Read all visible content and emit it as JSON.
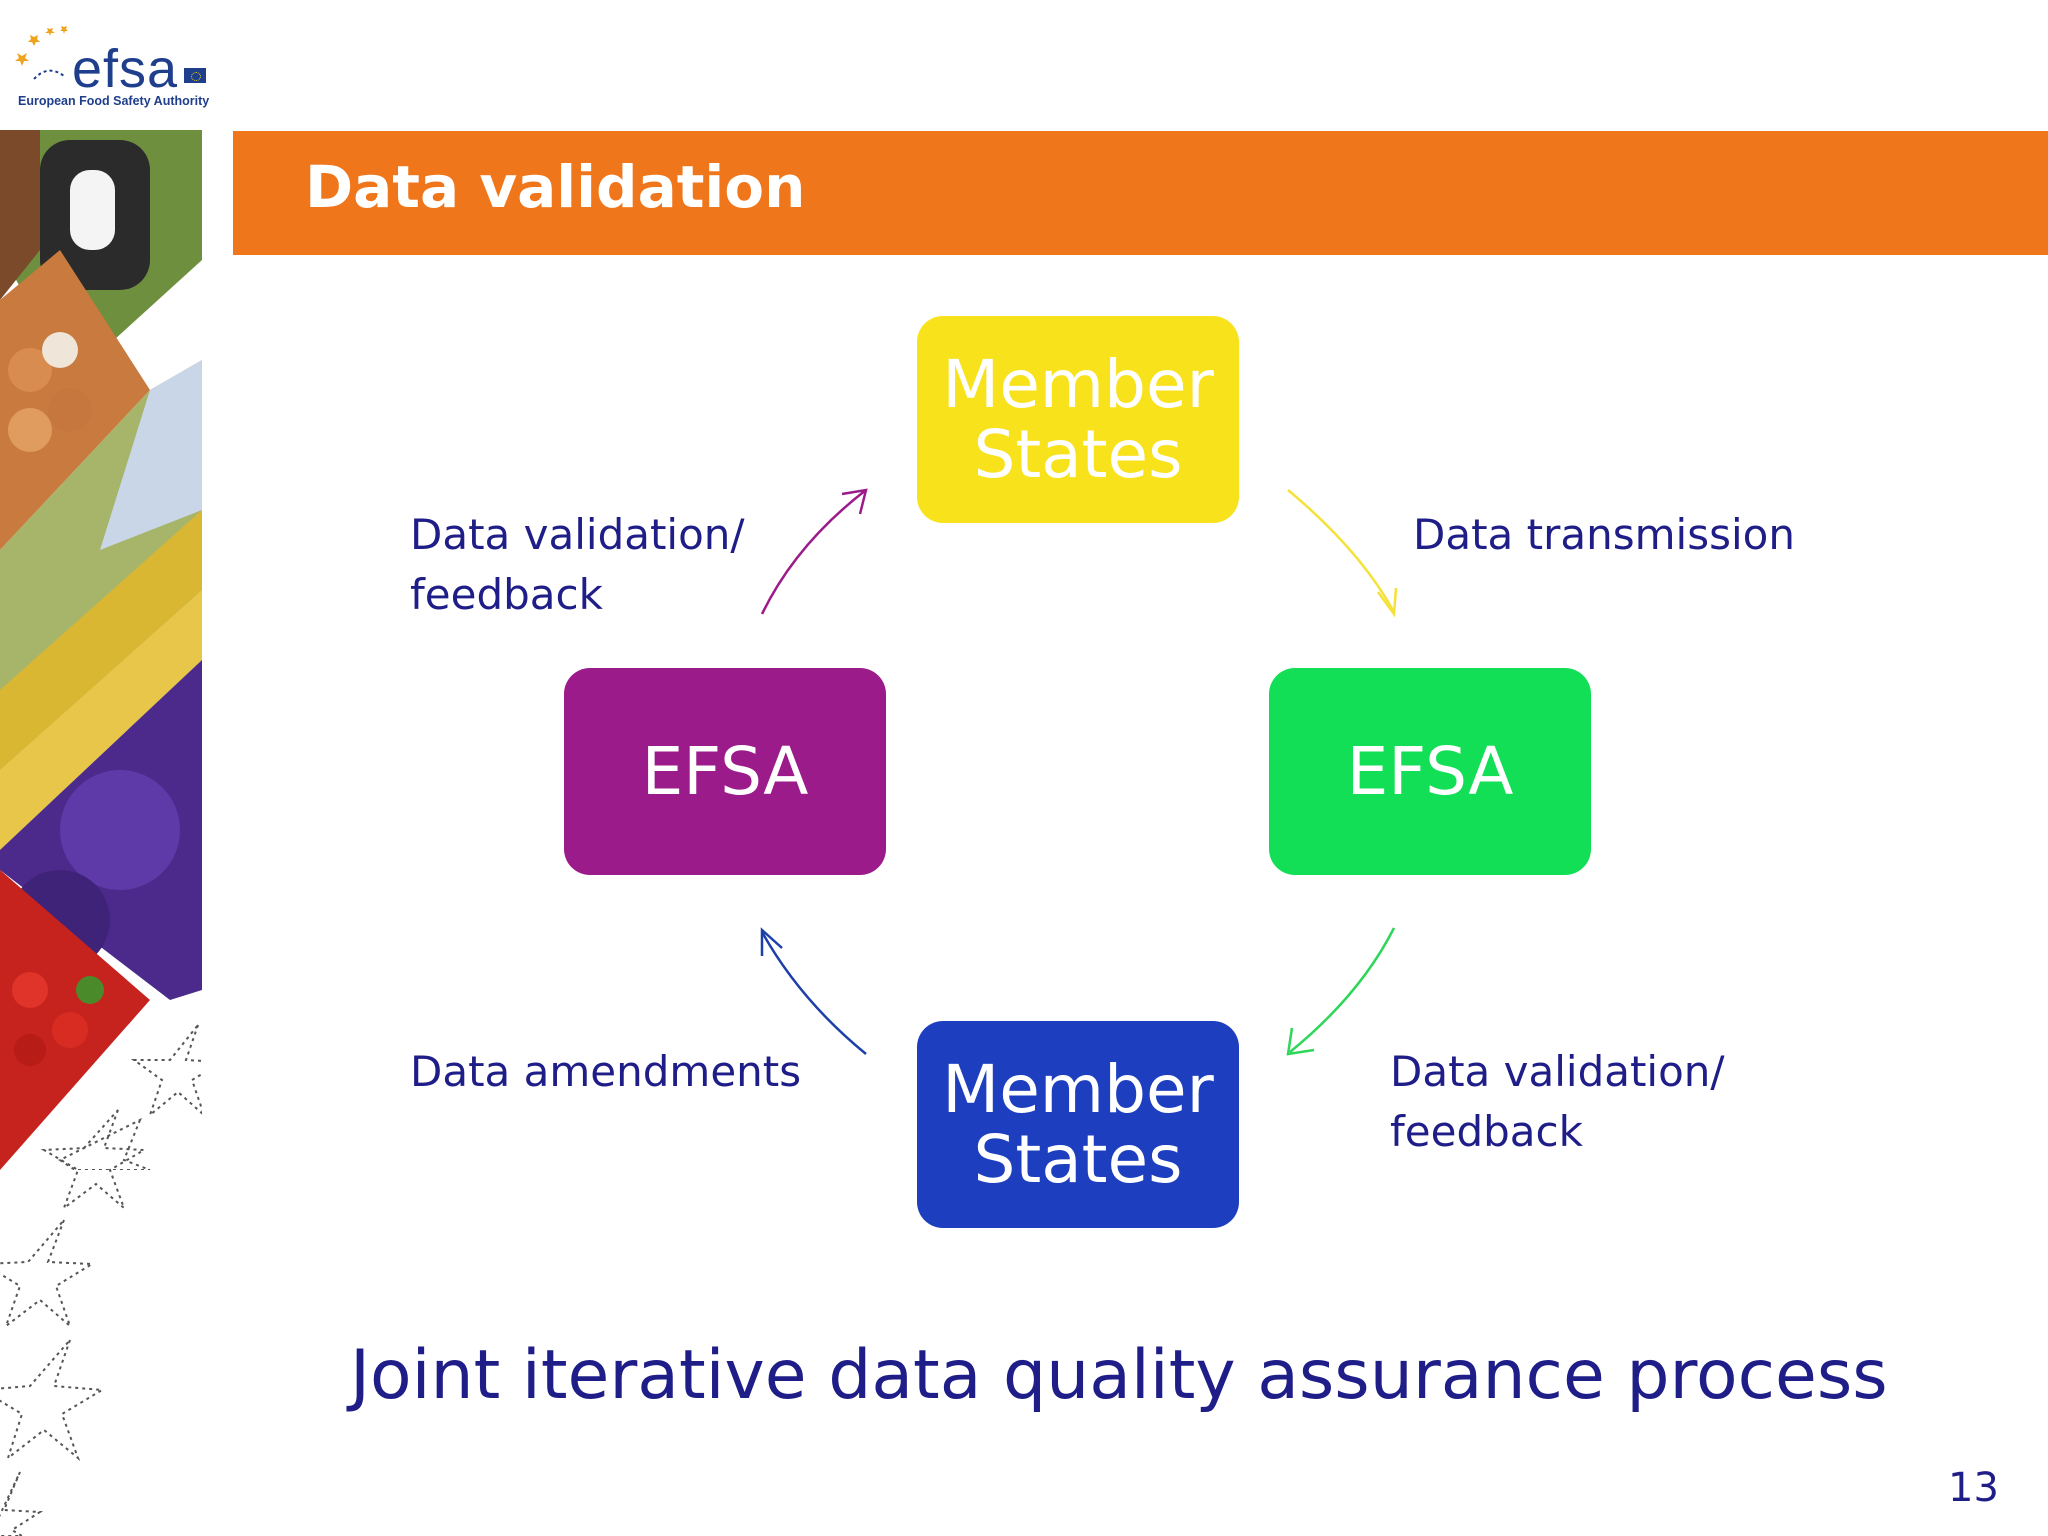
{
  "logo": {
    "name": "efsa",
    "subtitle": "European Food Safety Authority"
  },
  "slide": {
    "title": "Data validation",
    "subtitle": "Joint iterative data quality assurance process",
    "page_number": "13"
  },
  "cycle": {
    "nodes": {
      "top": {
        "line1": "Member",
        "line2": "States",
        "color": "#f7e21b"
      },
      "right": {
        "label": "EFSA",
        "color": "#12df56"
      },
      "bottom": {
        "line1": "Member",
        "line2": "States",
        "color": "#1d3fbf"
      },
      "left": {
        "label": "EFSA",
        "color": "#9b1b8a"
      }
    },
    "edges": {
      "top_to_right": "Data transmission",
      "right_to_bottom_line1": "Data validation/",
      "right_to_bottom_line2": "feedback",
      "bottom_to_left": "Data amendments",
      "left_to_top_line1": "Data validation/",
      "left_to_top_line2": "feedback"
    }
  },
  "colors": {
    "title_bar": "#f0761c",
    "text_navy": "#1f1d87",
    "arrow_yellow": "#f4e23a",
    "arrow_green": "#2ed65a",
    "arrow_blue": "#1d3fa8",
    "arrow_purple": "#9b1b8a"
  }
}
